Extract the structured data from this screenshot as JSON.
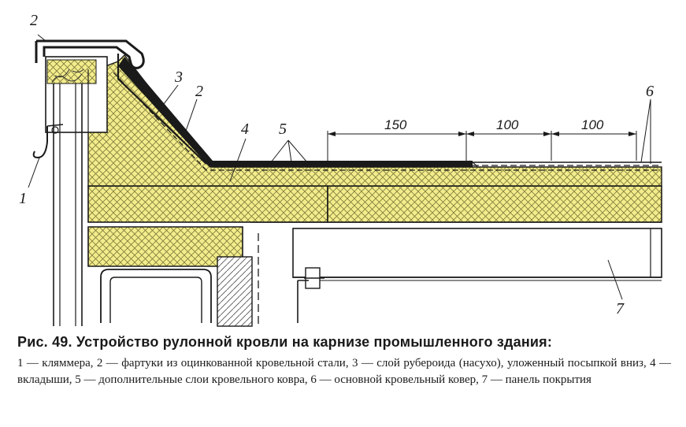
{
  "figure": {
    "callouts": {
      "c1": "1",
      "c2_top": "2",
      "c2_mid": "2",
      "c3": "3",
      "c4": "4",
      "c5": "5",
      "c6": "6",
      "c7": "7"
    },
    "dimensions": {
      "d150": "150",
      "d100a": "100",
      "d100b": "100"
    },
    "colors": {
      "insulation": "#f3ec8c",
      "hatch": "#7d7a3a",
      "roofing": "#1a1a1a",
      "line": "#1a1a1a"
    }
  },
  "caption": {
    "fig_label": "Рис. 49.",
    "title": "Устройство рулонной кровли на карнизе промышленного здания:",
    "text": "1 — кляммера, 2 — фартуки из оцинкованной кровельной стали, 3 — слой рубероида (насухо), уложенный посыпкой вниз, 4 — вкладыши, 5 — дополнительные слои кровельного ковра, 6 — основной кровельный ковер, 7 — панель покрытия"
  }
}
